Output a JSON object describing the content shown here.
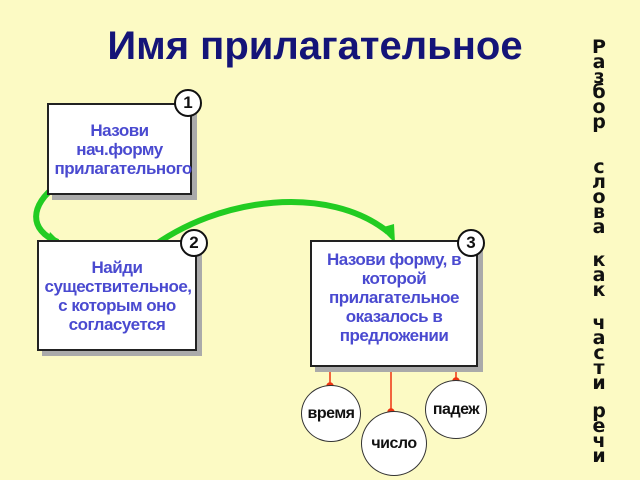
{
  "title": "Имя прилагательное",
  "side_words": [
    "Разбор",
    "слова",
    "как",
    "части",
    "речи"
  ],
  "steps": [
    {
      "number": "1",
      "text": "Назови нач.форму прилагательного"
    },
    {
      "number": "2",
      "text": "Найди существительное, с которым оно согласуется"
    },
    {
      "number": "3",
      "text": "Назови форму, в которой прилагательное оказалось в предложении"
    }
  ],
  "features": [
    "время",
    "число",
    "падеж"
  ],
  "colors": {
    "title": "#141478",
    "step_text": "#4a4ad0",
    "arrow": "#22cc22",
    "connector": "#ee3311",
    "background": "#fcfac4"
  }
}
